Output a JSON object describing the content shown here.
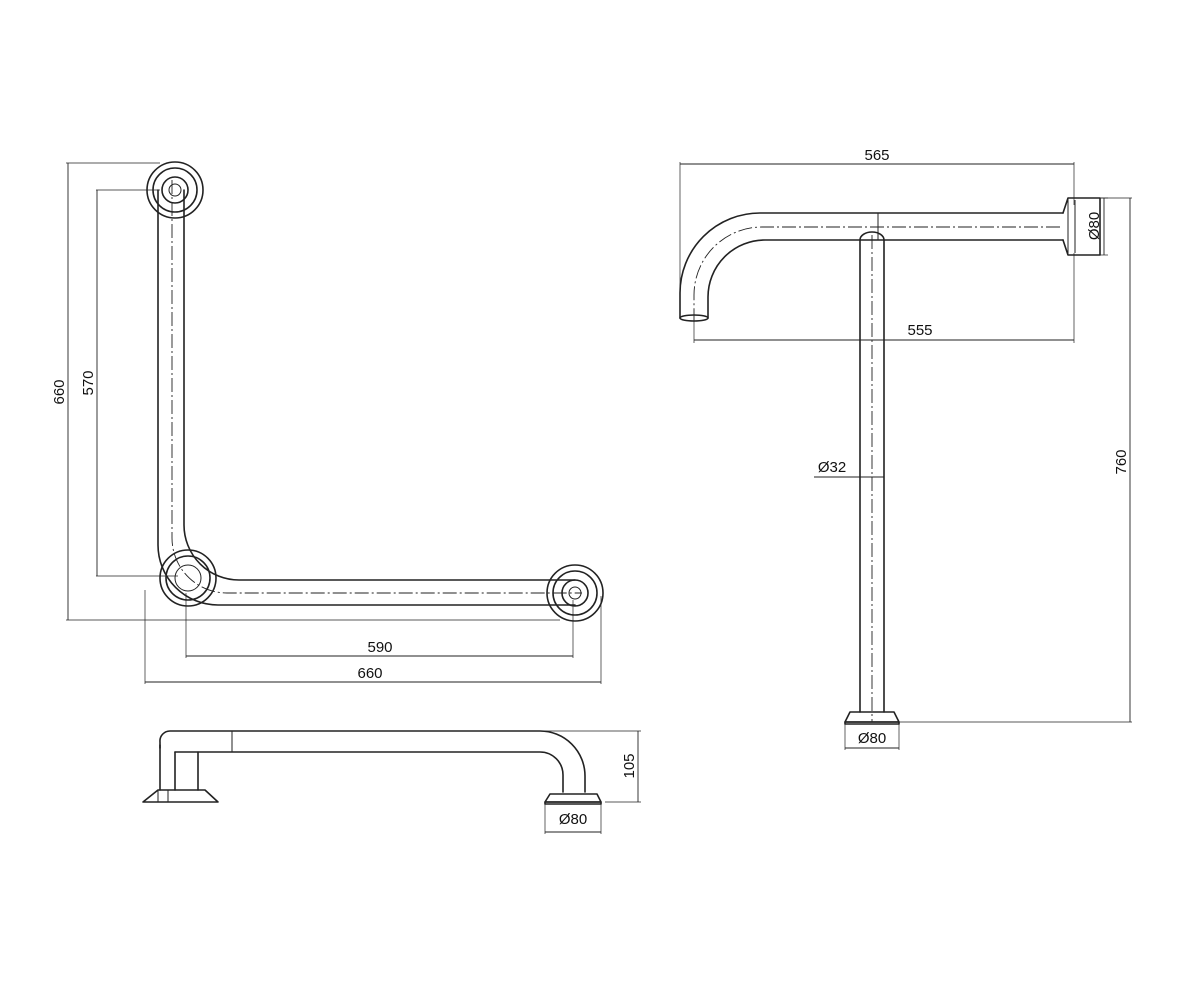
{
  "line_color": "#222222",
  "background_color": "#ffffff",
  "views": {
    "l_bar_plan": {
      "total_height": "660",
      "axis_height": "570",
      "axis_width": "590",
      "total_width": "660"
    },
    "l_bar_side": {
      "depth": "105",
      "flange_diameter": "Ø80"
    },
    "t_bar": {
      "top_width": "565",
      "axis_width": "555",
      "wall_flange_diameter": "Ø80",
      "tube_diameter": "Ø32",
      "height": "760",
      "floor_flange_diameter": "Ø80"
    }
  }
}
